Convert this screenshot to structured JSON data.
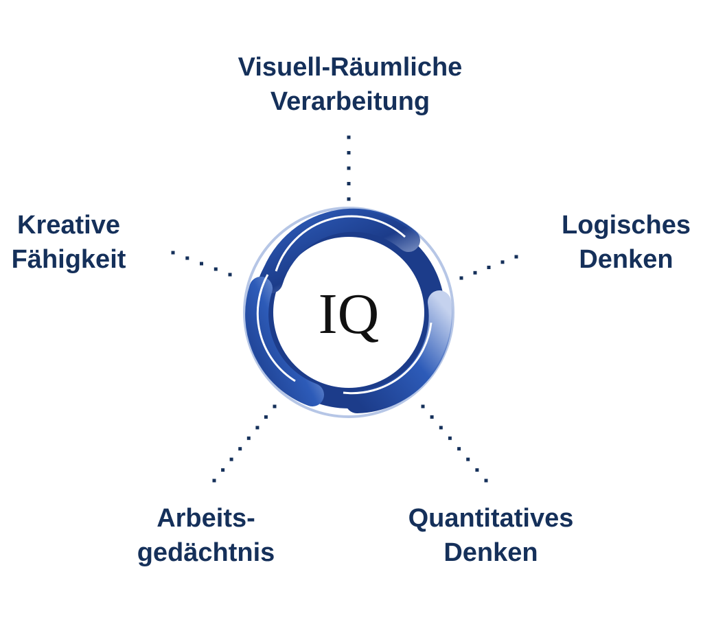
{
  "center": {
    "text": "IQ"
  },
  "nodes": [
    {
      "id": "top",
      "lines": [
        "Visuell-Räumliche",
        "Verarbeitung"
      ]
    },
    {
      "id": "left",
      "lines": [
        "Kreative",
        "Fähigkeit"
      ]
    },
    {
      "id": "right",
      "lines": [
        "Logisches",
        "Denken"
      ]
    },
    {
      "id": "bottom-left",
      "lines": [
        "Arbeits-",
        "gedächtnis"
      ]
    },
    {
      "id": "bottom-right",
      "lines": [
        "Quantitatives",
        "Denken"
      ]
    }
  ],
  "colors": {
    "text": "#15305a",
    "ring_dark": "#1c3c8a",
    "ring_mid": "#2d5bb8",
    "ring_light": "#c5d2ee",
    "dots": "#15305a",
    "center_text": "#111111"
  }
}
